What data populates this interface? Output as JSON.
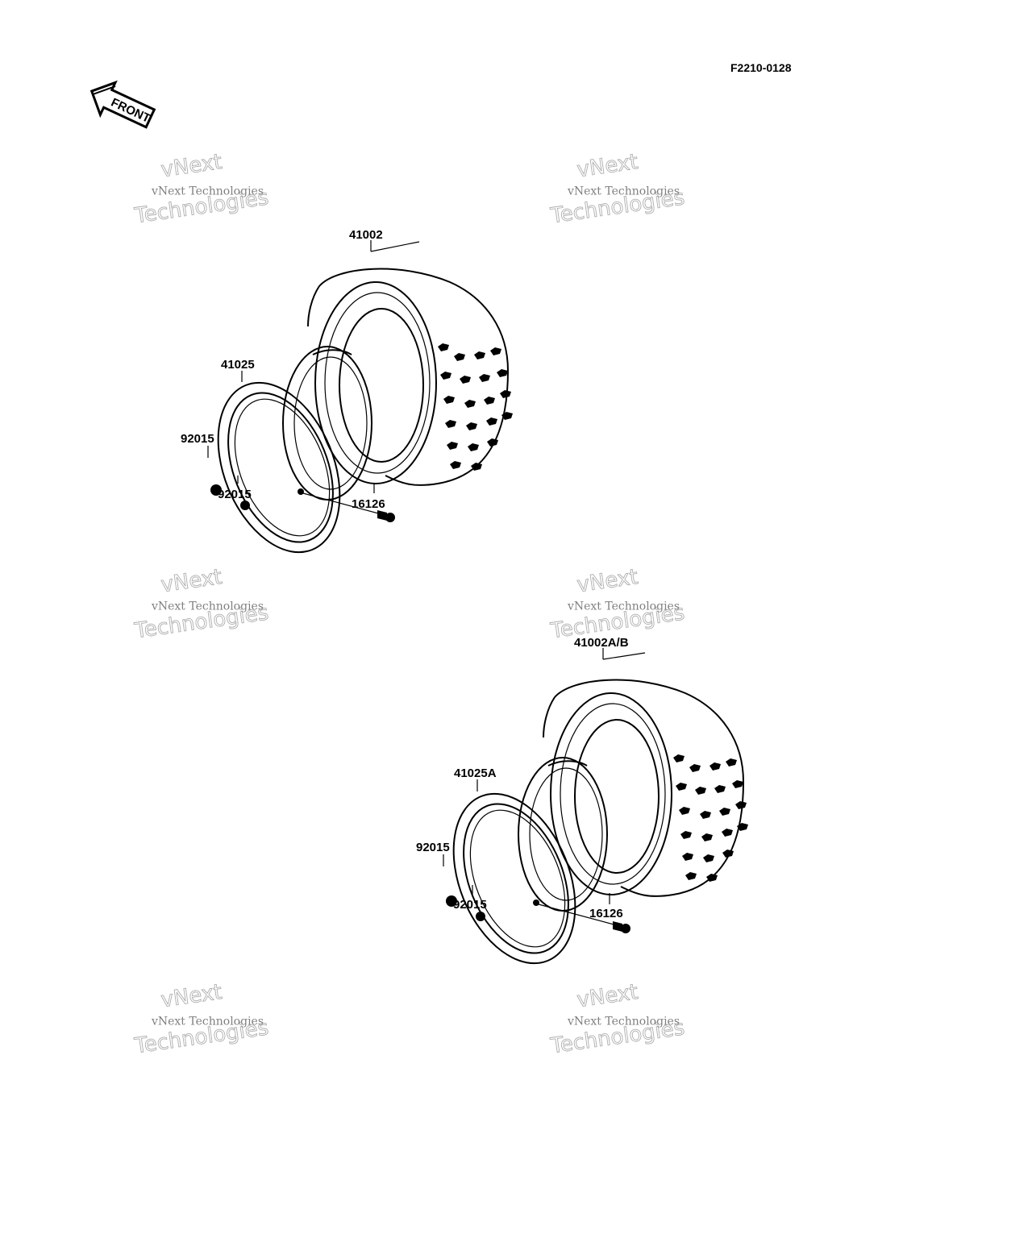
{
  "document_id": "F2210-0128",
  "front_arrow_label": "FRONT",
  "watermark": {
    "line1": "vNext",
    "line2": "vNext Technologies",
    "line3": "Technologies"
  },
  "top_assembly": {
    "tire": "41002",
    "rim": "41025",
    "nut_upper": "92015",
    "nut_lower": "92015",
    "valve": "16126"
  },
  "bottom_assembly": {
    "tire": "41002A/B",
    "rim": "41025A",
    "nut_upper": "92015",
    "nut_lower": "92015",
    "valve": "16126"
  }
}
